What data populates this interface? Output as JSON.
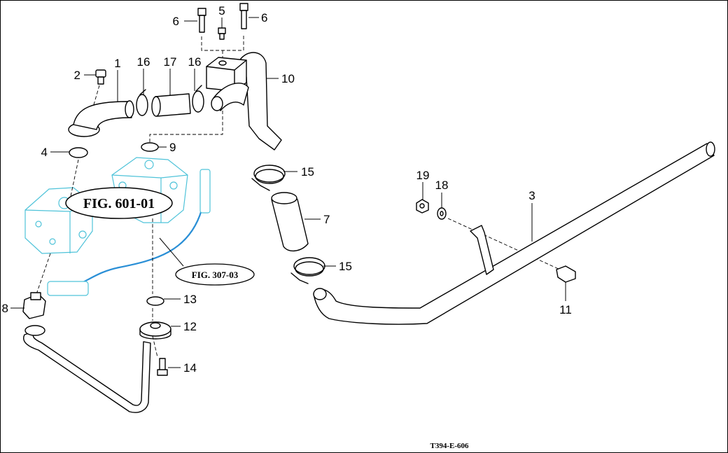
{
  "figure_refs": {
    "fig_601": "FIG. 601-01",
    "fig_307": "FIG. 307-03"
  },
  "drawing_code": "T394-E-606",
  "callouts": {
    "c1": "1",
    "c2": "2",
    "c3": "3",
    "c4": "4",
    "c5": "5",
    "c6a": "6",
    "c6b": "6",
    "c7": "7",
    "c8": "8",
    "c9": "9",
    "c10": "10",
    "c11": "11",
    "c12": "12",
    "c13": "13",
    "c14": "14",
    "c15a": "15",
    "c15b": "15",
    "c16a": "16",
    "c16b": "16",
    "c17": "17",
    "c18": "18",
    "c19": "19"
  }
}
